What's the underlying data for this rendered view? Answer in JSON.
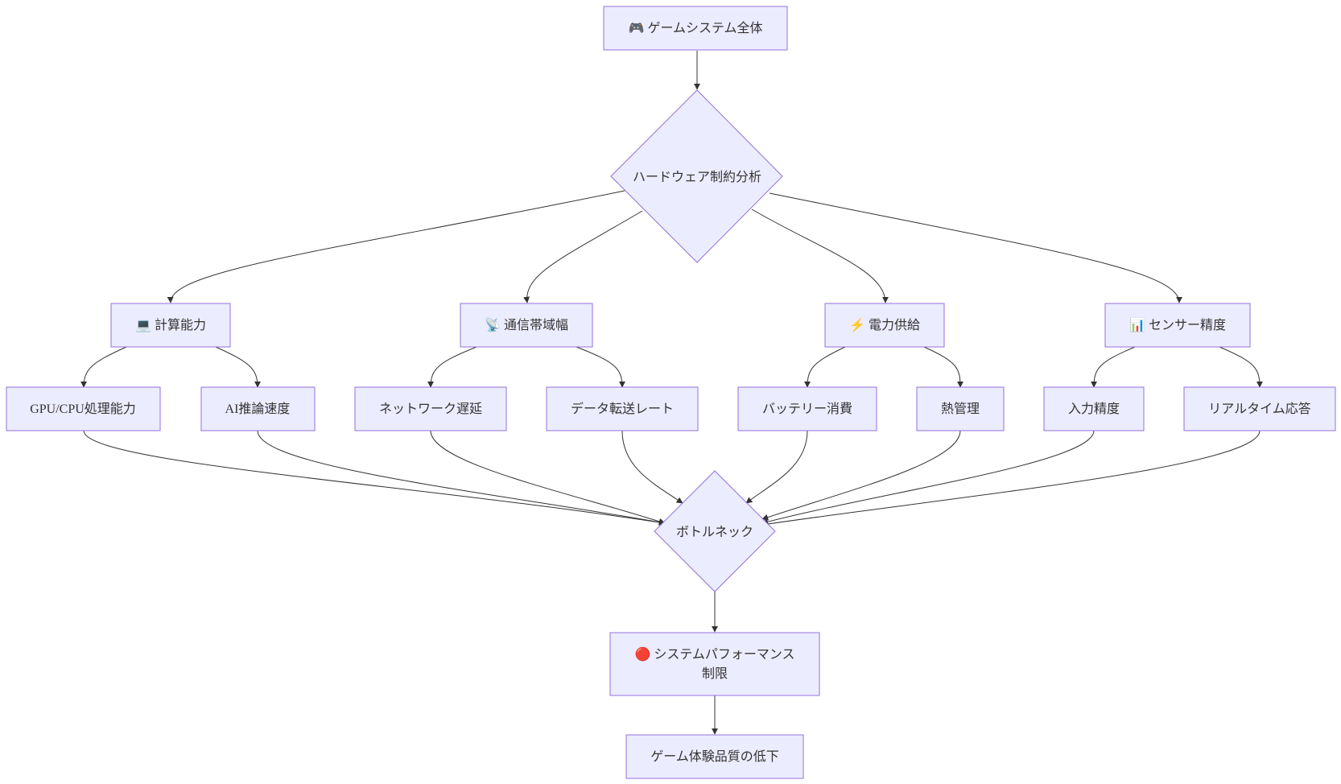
{
  "nodes": {
    "game_system": "🎮 ゲームシステム全体",
    "hw_constraint": "ハードウェア制約分析",
    "compute": "💻 計算能力",
    "bandwidth": "📡 通信帯域幅",
    "power": "⚡ 電力供給",
    "sensor": "📊 センサー精度",
    "gpu_cpu": "GPU/CPU処理能力",
    "ai_speed": "AI推論速度",
    "net_latency": "ネットワーク遅延",
    "data_rate": "データ転送レート",
    "battery": "バッテリー消費",
    "thermal": "熱管理",
    "input_precision": "入力精度",
    "realtime": "リアルタイム応答",
    "bottleneck": "ボトルネック",
    "perf_limit_line1": "🔴 システムパフォーマンス",
    "perf_limit_line2": "制限",
    "quality_drop": "ゲーム体験品質の低下"
  },
  "colors": {
    "node_fill": "#ececff",
    "node_stroke": "#9370db",
    "edge": "#333333",
    "text": "#333333"
  }
}
